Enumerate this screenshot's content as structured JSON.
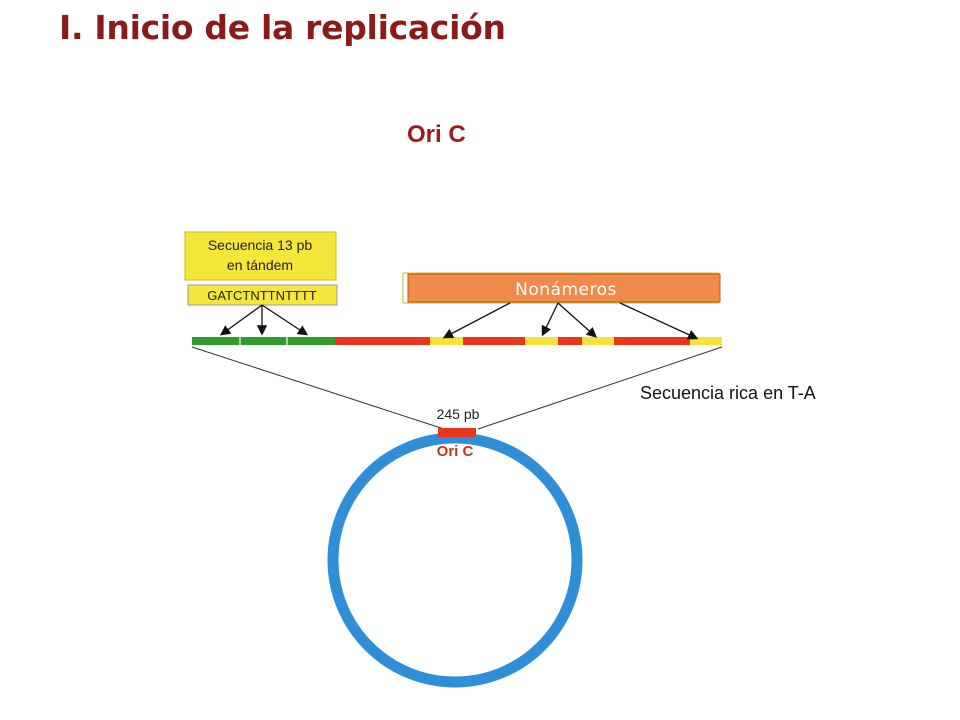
{
  "slide": {
    "title": "I. Inicio de la replicación",
    "subtitle": "Ori C",
    "side_note": "Secuencia rica en T-A"
  },
  "diagram": {
    "tandem_label_line1": "Secuencia 13 pb",
    "tandem_label_line2": "en tándem",
    "tandem_sequence": "GATCTNTTNTTTT",
    "nonamer_label": "Nonámeros",
    "length_label": "245 pb",
    "origin_label": "Ori C"
  },
  "colors": {
    "title": "#8b1a1a",
    "label_box": "#f5e63a",
    "nonamer_box": "#f08a4b",
    "repeat_green": "#2e9c2e",
    "nonamer_red": "#e8351c",
    "at_yellow": "#f2e23a",
    "plasmid_blue": "#2e8fd6",
    "origin_text": "#c8321e"
  }
}
